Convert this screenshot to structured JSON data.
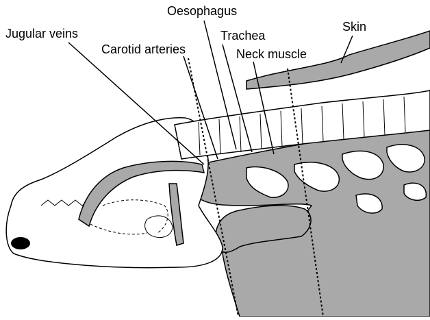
{
  "labels": {
    "oesophagus": "Oesophagus",
    "jugular_veins": "Jugular veins",
    "trachea": "Trachea",
    "skin": "Skin",
    "carotid_arteries": "Carotid arteries",
    "neck_muscle": "Neck muscle"
  },
  "colors": {
    "tissue_grey": "#a9a9a9",
    "line": "#000000",
    "background": "#ffffff"
  }
}
